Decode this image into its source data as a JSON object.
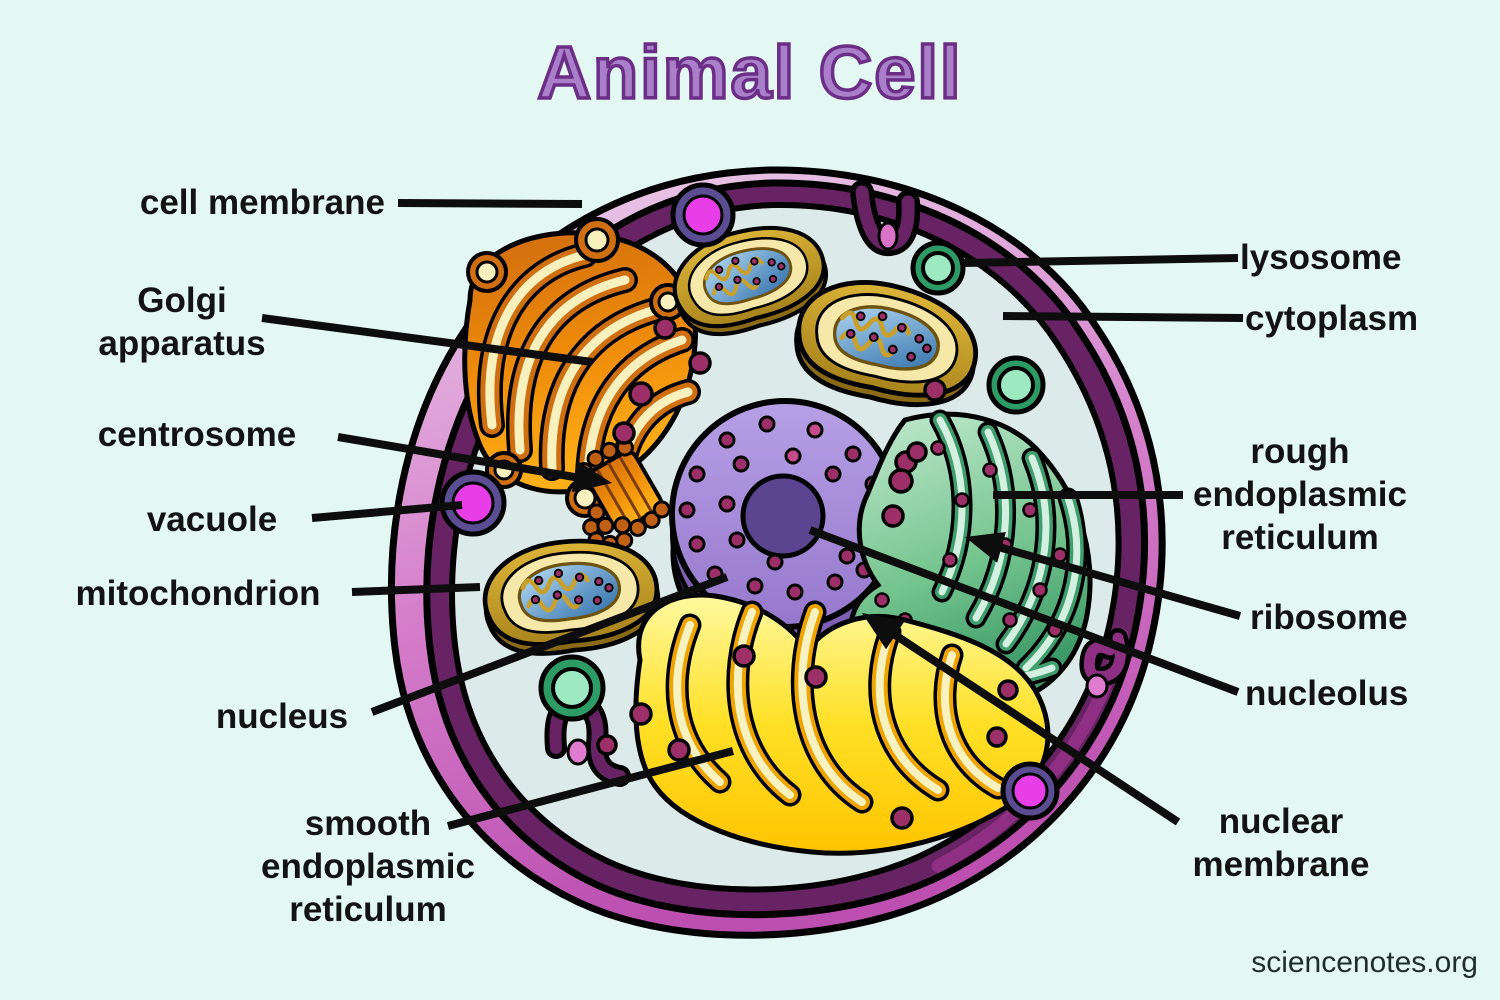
{
  "title": "Animal Cell",
  "watermark": "sciencenotes.org",
  "labels": {
    "cell_membrane": "cell membrane",
    "golgi_apparatus": "Golgi apparatus",
    "centrosome": "centrosome",
    "vacuole": "vacuole",
    "mitochondrion": "mitochondrion",
    "nucleus": "nucleus",
    "smooth_er": "smooth endoplasmic reticulum",
    "lysosome": "lysosome",
    "cytoplasm": "cytoplasm",
    "rough_er": "rough endoplasmic reticulum",
    "ribosome": "ribosome",
    "nucleolus": "nucleolus",
    "nuclear_membrane": "nuclear membrane"
  },
  "palette": {
    "background": "#e4f8f3",
    "title_fill": "#a87fc8",
    "title_outline": "#6a2e86",
    "label_color": "#131313",
    "leader_line": "#0d0d0d",
    "membrane_purple": "#672363",
    "rim_pink": "#cf6cc6",
    "cytoplasm_fill": "#dcebe9",
    "nucleus_fill": "#a98fd9",
    "nucleolus_fill": "#5b4590",
    "golgi_orange": "#d06f10",
    "golgi_cream": "#f8f0bd",
    "mito_gold": "#c9a02c",
    "mito_pale": "#f6e8a8",
    "mito_matrix_blue": "#4a8fd0",
    "rough_er_green": "#3f9e6e",
    "rough_er_mint": "#d4f0e0",
    "smooth_er_gold": "#f0a400",
    "smooth_er_cream": "#f8f2c0",
    "smooth_er_yellow": "#ffd608",
    "lysosome_green": "#2c9b66",
    "lysosome_mint": "#9deac2",
    "vacuole_ring": "#5b4d92",
    "vacuole_magenta": "#e83ee8",
    "ribosome_dot": "#9c2f68",
    "watermark_color": "#1f2d2d"
  }
}
